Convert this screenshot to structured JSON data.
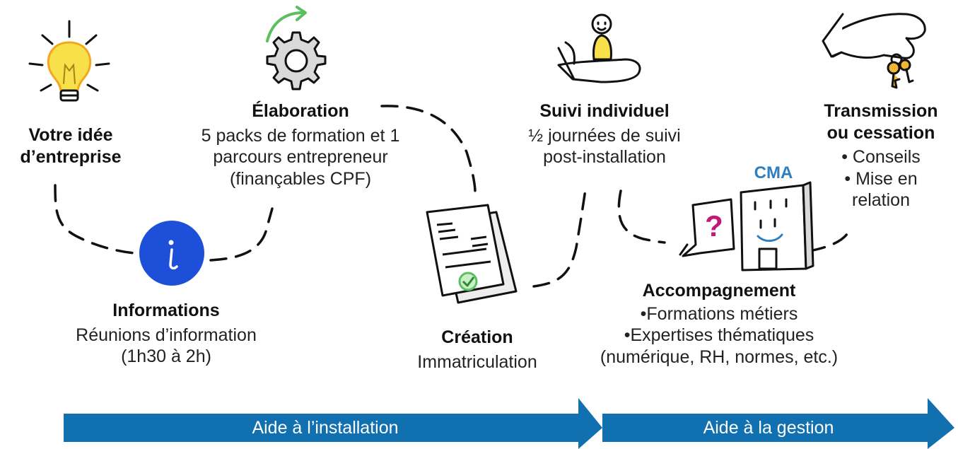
{
  "steps": {
    "idee": {
      "title_line1": "Votre idée",
      "title_line2": "d’entreprise"
    },
    "informations": {
      "title": "Informations",
      "line1": "Réunions d’information",
      "line2": "(1h30 à 2h)",
      "icon_letter": "i"
    },
    "elaboration": {
      "title": "Élaboration",
      "line1": "5 packs de formation et 1",
      "line2": "parcours entrepreneur",
      "line3": "(finançables CPF)"
    },
    "creation": {
      "title": "Création",
      "line1": "Immatriculation"
    },
    "suivi": {
      "title": "Suivi individuel",
      "line1": "½ journées de suivi",
      "line2": "post-installation"
    },
    "accompagnement": {
      "title": "Accompagnement",
      "line1": "•Formations métiers",
      "line2": "•Expertises thématiques",
      "line3": "(numérique, RH, normes, etc.)",
      "sign": "CMA",
      "bubble_mark": "?"
    },
    "transmission": {
      "title_line1": "Transmission",
      "title_line2": "ou cessation",
      "line1": "• Conseils",
      "line2": "• Mise en",
      "line3": "relation"
    }
  },
  "phases": [
    {
      "label": "Aide à l’installation",
      "color": "#1170b0"
    },
    {
      "label": "Aide à la gestion",
      "color": "#1170b0"
    }
  ],
  "colors": {
    "info_badge": "#1e4fd8",
    "bulb": "#f7e04a",
    "check": "#5bbf5f",
    "gear_arrow": "#5bbf5f",
    "question": "#c2187a"
  },
  "icons": [
    "lightbulb-icon",
    "info-icon",
    "gear-icon",
    "document-icon",
    "person-in-hand-icon",
    "building-icon",
    "hand-keys-icon"
  ]
}
